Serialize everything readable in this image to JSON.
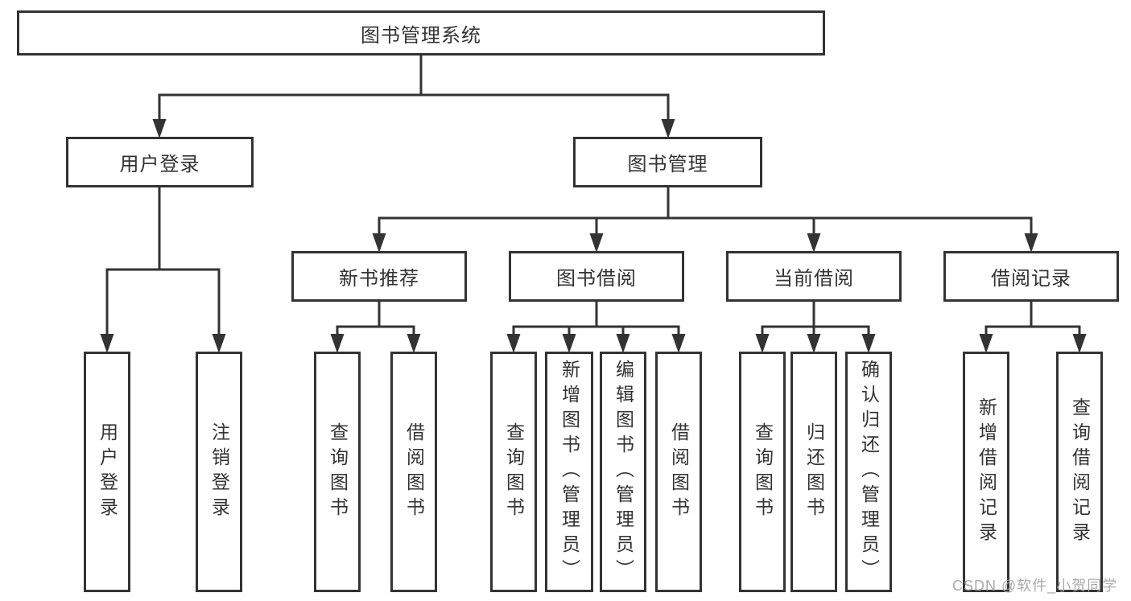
{
  "diagram": {
    "root": {
      "label": "图书管理系统"
    },
    "level2": [
      {
        "label": "用户登录"
      },
      {
        "label": "图书管理"
      }
    ],
    "level3": [
      {
        "label": "新书推荐"
      },
      {
        "label": "图书借阅"
      },
      {
        "label": "当前借阅"
      },
      {
        "label": "借阅记录"
      }
    ],
    "leaves": {
      "user_login": [
        {
          "label": "用户登录"
        },
        {
          "label": "注销登录"
        }
      ],
      "new_book": [
        {
          "label": "查询图书"
        },
        {
          "label": "借阅图书"
        }
      ],
      "book_borrow": [
        {
          "label": "查询图书"
        },
        {
          "label": "新增图书（管理员）"
        },
        {
          "label": "编辑图书（管理员）"
        },
        {
          "label": "借阅图书"
        }
      ],
      "current_borrow": [
        {
          "label": "查询图书"
        },
        {
          "label": "归还图书"
        },
        {
          "label": "确认归还（管理员）"
        }
      ],
      "borrow_records": [
        {
          "label": "新增借阅记录"
        },
        {
          "label": "查询借阅记录"
        }
      ]
    }
  },
  "watermark": {
    "text": "CSDN @软件_小贺同学"
  },
  "colors": {
    "line": "#333333",
    "text": "#333333",
    "watermark": "#a5a5a5",
    "background": "#ffffff"
  }
}
